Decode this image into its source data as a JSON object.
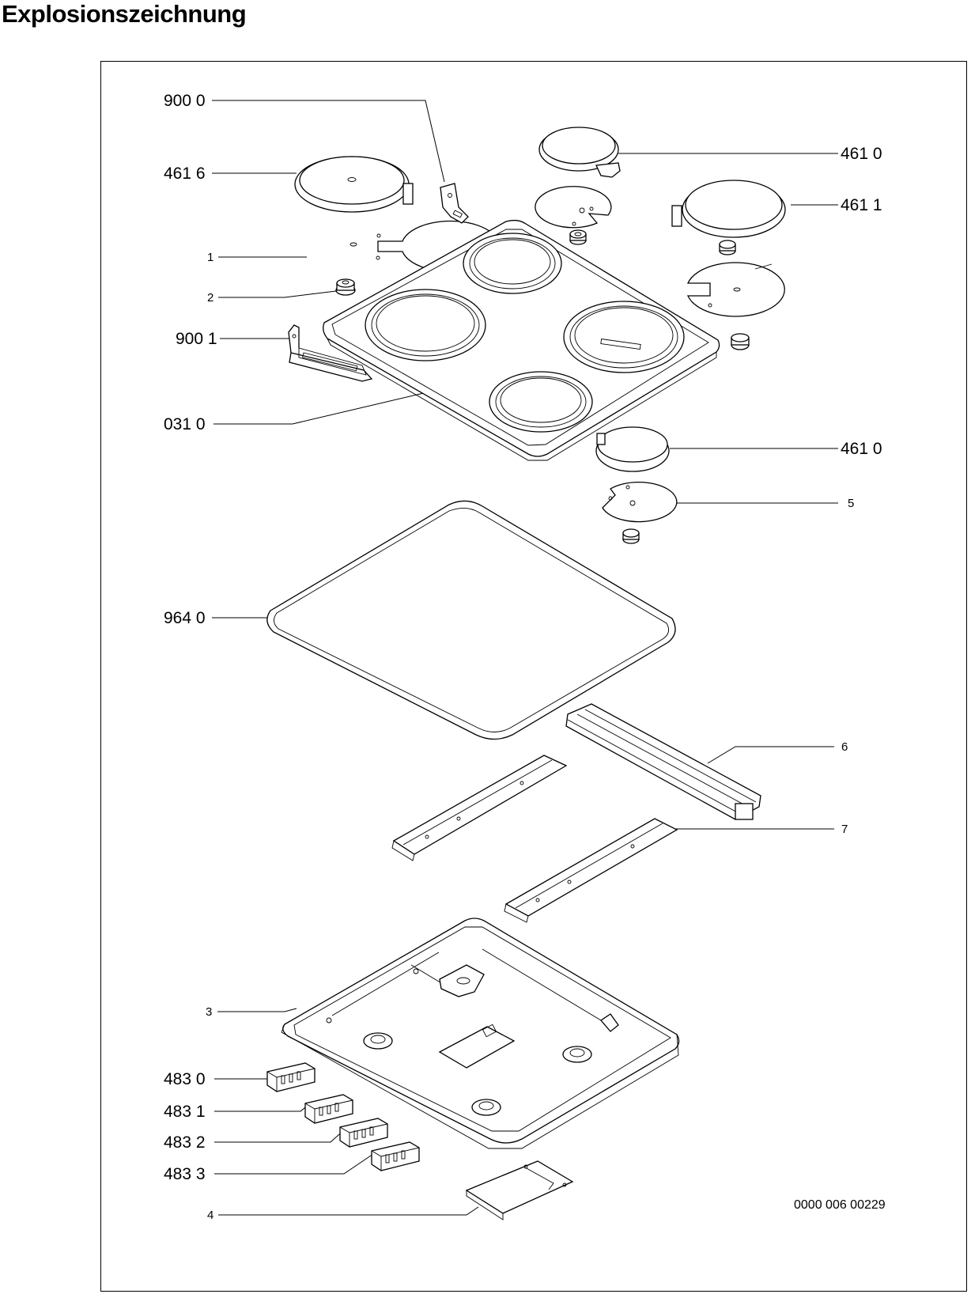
{
  "page_title": "Explosionszeichnung",
  "drawing_number": "0000 006 00229",
  "callouts": {
    "c9000": "900 0",
    "c4616": "461  6",
    "c1": "1",
    "c2": "2",
    "c9001": "900 1",
    "c0310": "031 0",
    "c4610a": "461 0",
    "c4611": "461 1",
    "c4610b": "461 0",
    "c5": "5",
    "c9640": "964 0",
    "c6": "6",
    "c7": "7",
    "c3": "3",
    "c4830": "483 0",
    "c4831": "483 1",
    "c4832": "483 2",
    "c4833": "483 3",
    "c4": "4"
  },
  "icons": [
    "hotplate-icon",
    "trim-ring-icon",
    "nut-icon",
    "bracket-icon",
    "hob-frame-icon",
    "gasket-icon",
    "rail-icon",
    "base-tray-icon",
    "terminal-block-icon",
    "cover-plate-icon"
  ]
}
